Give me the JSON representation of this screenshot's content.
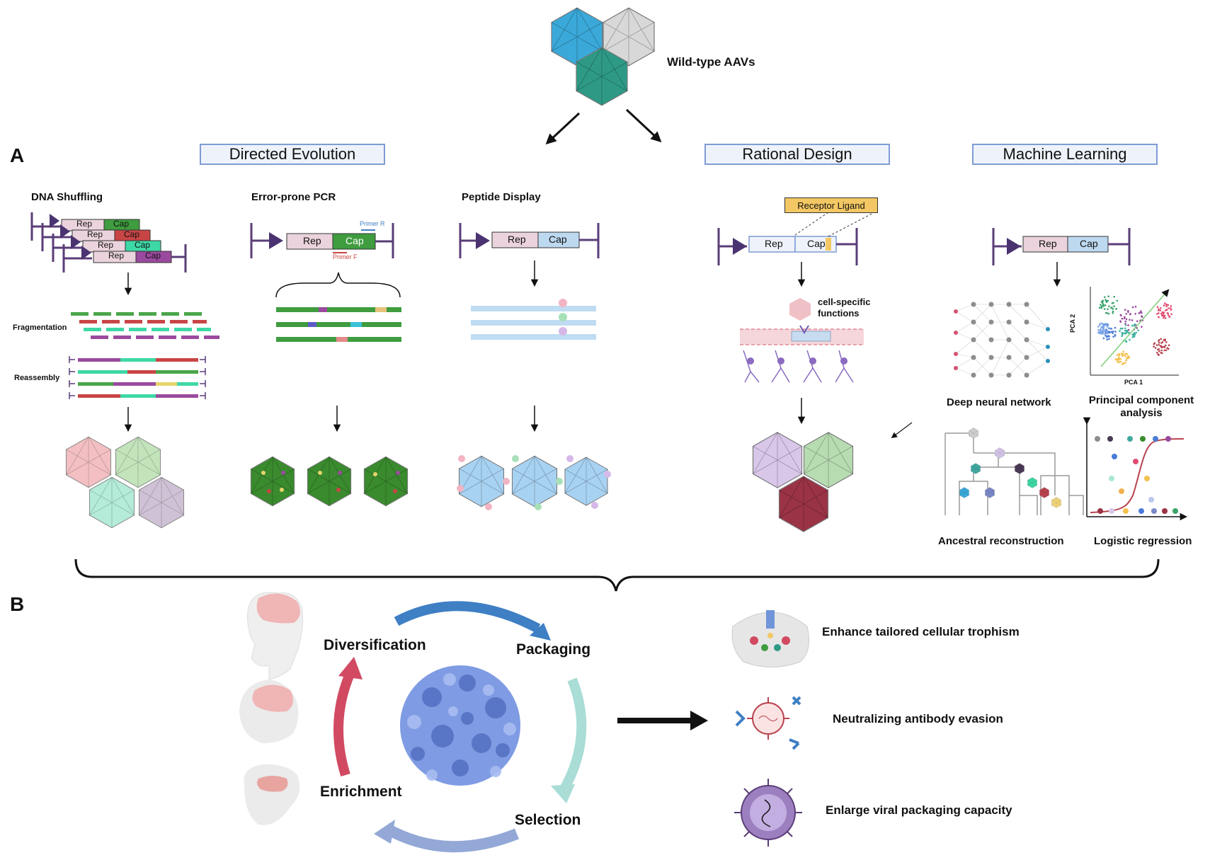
{
  "header": {
    "wild_type": "Wild-type AAVs"
  },
  "panels": {
    "a": "A",
    "b": "B"
  },
  "sections": {
    "directed_evolution": "Directed Evolution",
    "rational_design": "Rational Design",
    "machine_learning": "Machine Learning"
  },
  "methods": {
    "dna_shuffling": "DNA Shuffling",
    "error_prone_pcr": "Error-prone PCR",
    "peptide_display": "Peptide Display",
    "fragmentation": "Fragmentation",
    "reassembly": "Reassembly",
    "primer_r": "Primer R",
    "primer_f": "Primer F",
    "receptor_ligand": "Receptor Ligand",
    "cell_specific": "cell-specific functions",
    "deep_neural_network": "Deep neural network",
    "pca": "Principal component analysis",
    "ancestral_reconstruction": "Ancestral reconstruction",
    "logistic_regression": "Logistic regression",
    "pca1": "PCA 1",
    "pca2": "PCA 2"
  },
  "gene": {
    "rep": "Rep",
    "cap": "Cap"
  },
  "cycle": {
    "diversification": "Diversification",
    "packaging": "Packaging",
    "selection": "Selection",
    "enrichment": "Enrichment"
  },
  "outcomes": {
    "trophism": "Enhance tailored cellular trophism",
    "antibody": "Neutralizing antibody evasion",
    "capacity": "Enlarge viral packaging capacity"
  },
  "colors": {
    "section_border": "#7f9bd3",
    "rep": "#ead3dc",
    "cap_green": "#3f9c3f",
    "cap_blue": "#bdd9f0",
    "itr": "#5a3d78",
    "arrow_blue": "#3f7fc4",
    "arrow_teal": "#a9ddd6",
    "arrow_lavender": "#93a8d6",
    "arrow_red": "#d14a62"
  }
}
